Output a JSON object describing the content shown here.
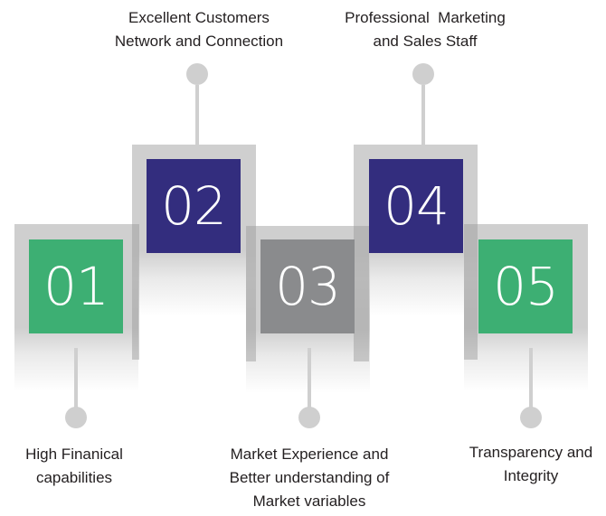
{
  "diagram": {
    "type": "numbered-steps",
    "steps": [
      {
        "number": "01",
        "label_lines": [
          "High Finanical",
          "capabilities"
        ],
        "color": "#3daf73",
        "position": "bottom"
      },
      {
        "number": "02",
        "label_lines": [
          "Excellent Customers",
          "Network and Connection"
        ],
        "color": "#332d7e",
        "position": "top"
      },
      {
        "number": "03",
        "label_lines": [
          "Market Experience and",
          "Better understanding of",
          "Market variables"
        ],
        "color": "#8a8b8d",
        "position": "bottom"
      },
      {
        "number": "04",
        "label_lines": [
          "Professional  Marketing",
          "and Sales Staff"
        ],
        "color": "#332d7e",
        "position": "top"
      },
      {
        "number": "05",
        "label_lines": [
          "Transparency and",
          "Integrity"
        ],
        "color": "#3daf73",
        "position": "bottom"
      }
    ],
    "connector_color": "#cfcfcf",
    "frame_color": "#cfcfcf"
  }
}
